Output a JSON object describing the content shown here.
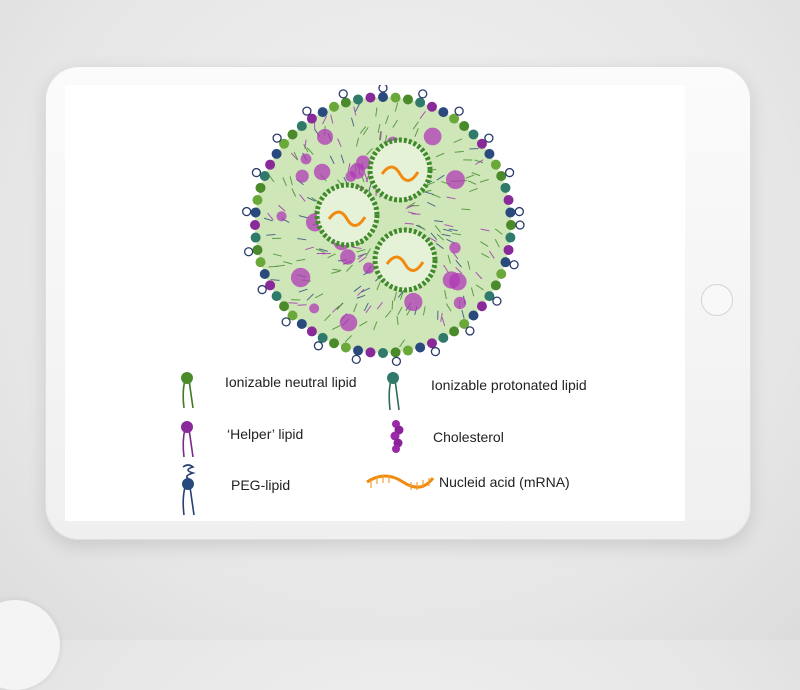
{
  "diagram": {
    "title": "Lipid nanoparticle",
    "legend": [
      {
        "label": "Ionizable neutral lipid",
        "icon": "ionizable-neutral-lipid-icon",
        "color": "#4a8a2a"
      },
      {
        "label": "Ionizable protonated lipid",
        "icon": "ionizable-protonated-lipid-icon",
        "color": "#2f7a6a"
      },
      {
        "label": "‘Helper’ lipid",
        "icon": "helper-lipid-icon",
        "color": "#8a2a9a"
      },
      {
        "label": "Cholesterol",
        "icon": "cholesterol-icon",
        "color": "#9a2aa8"
      },
      {
        "label": "PEG-lipid",
        "icon": "peg-lipid-icon",
        "color": "#27406e"
      },
      {
        "label": "Nucleid acid (mRNA)",
        "icon": "mrna-icon",
        "color": "#f08a10"
      }
    ]
  }
}
